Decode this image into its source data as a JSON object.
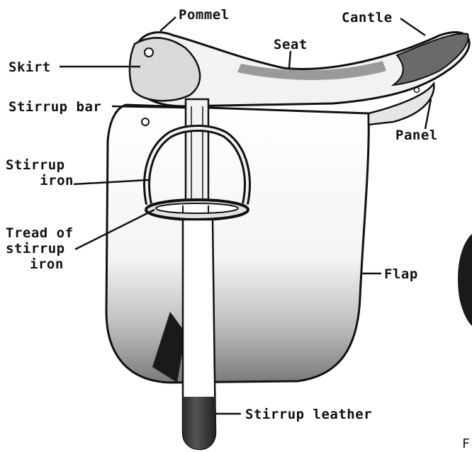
{
  "labels": {
    "pommel": "Pommel",
    "cantle": "Cantle",
    "seat": "Seat",
    "skirt": "Skirt",
    "stirrup_bar": "Stirrup bar",
    "panel": "Panel",
    "stirrup_iron_line1": "Stirrup",
    "stirrup_iron_line2": "iron",
    "tread_line1": "Tread of",
    "tread_line2": "stirrup",
    "tread_line3": "iron",
    "flap": "Flap",
    "stirrup_leather": "Stirrup leather",
    "edge_fragment": "F"
  },
  "colors": {
    "ink": "#111111",
    "shade": "#555555",
    "paper": "#ffffff"
  }
}
